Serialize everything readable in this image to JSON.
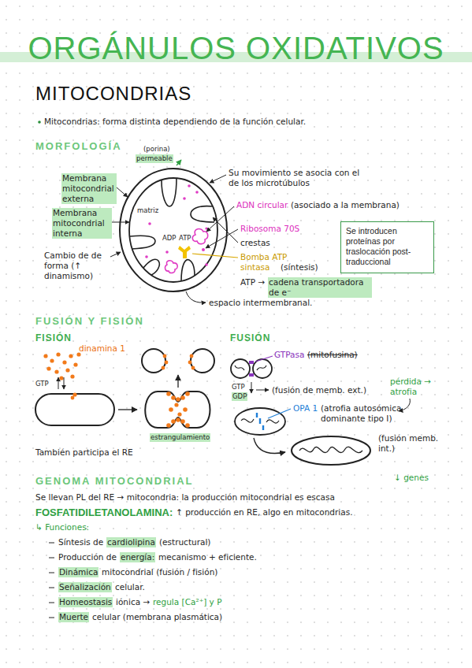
{
  "diagram": {
    "title": "ORGÁNULOS OXIDATIVOS",
    "nodes": [
      {
        "text": [
          "Se introducen proteínas por traslocación post-traduccional"
        ]
      }
    ],
    "labels": [
      "MITOCONDRIAS",
      "Mitocondrias: forma distinta dependiendo de la función celular.",
      "MORFOLOGÍA",
      "(porina)",
      "permeable",
      "Membrana mitocondrial externa",
      "Membrana mitocondrial interna",
      "matriz",
      "Cambio de de forma (↑ dinamismo)",
      "ADP",
      "ATP",
      "Su movimiento se asocia con el de los microtúbulos",
      "ADN circular",
      "(asociado a la membrana)",
      "Ribosoma 70S",
      "crestas",
      "Bomba ATP sintasa",
      "(síntesis)",
      "ATP →",
      "cadena transportadora de e⁻",
      "espacio intermembranal.",
      "FUSIÓN Y FISIÓN",
      "FISIÓN",
      "dinamina 1",
      "GTP",
      "estrangulamiento",
      "También participa el RE",
      "FUSIÓN",
      "GTPasa",
      "(mitofusina)",
      "GTP",
      "GDP",
      "(fusión de memb. ext.)",
      "pérdida → atrofia",
      "OPA 1",
      "(atrofia autosómica dominante tipo I)",
      "(fusión memb. int.)",
      "GENOMA MITOCONDRIAL",
      "↓ genes",
      "Se llevan PL del RE → mitocondria: la producción mitocondrial es escasa",
      "FOSFATIDILETANOLAMINA:",
      "↑ producción en RE, algo en mitocondrias.",
      "↳ Funciones:",
      "Síntesis de",
      "cardiolipina",
      "(estructural)",
      "Producción de",
      "energía:",
      "mecanismo + eficiente.",
      "Dinámica",
      "mitocondrial (fusión / fisión)",
      "Señalización",
      "celular.",
      "Homeostasis",
      "iónica →",
      "regula [Ca²⁺] y P",
      "Muerte",
      "celular (membrana plasmática)"
    ]
  }
}
